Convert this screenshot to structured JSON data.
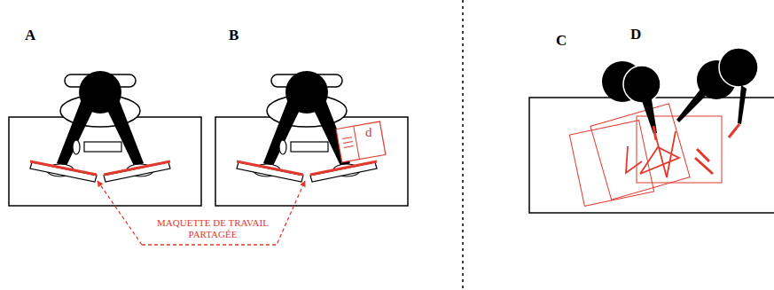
{
  "diagram": {
    "labels": [
      "A",
      "B",
      "d",
      "C",
      "D",
      "MAQUETTE DE TRAVAIL PARTAGÉE"
    ]
  }
}
